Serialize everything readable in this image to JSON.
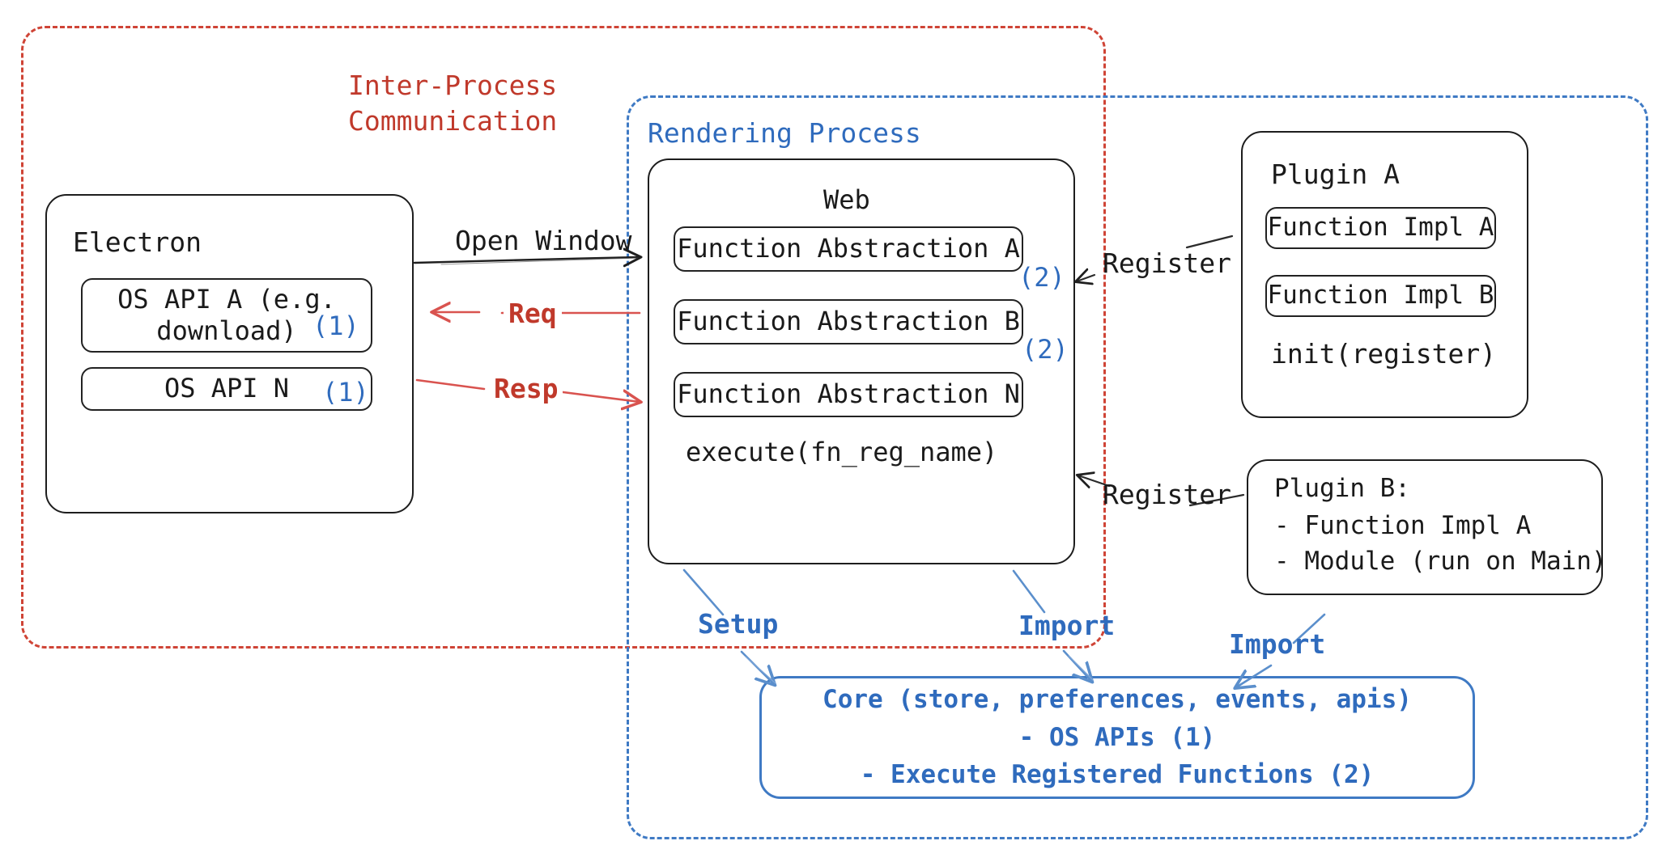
{
  "diagram": {
    "title_regions": {
      "ipc": {
        "label": "Inter-Process\nCommunication",
        "color": "#c0392b"
      },
      "rendering": {
        "label": "Rendering Process",
        "color": "#2f6bbd"
      }
    },
    "electron": {
      "title": "Electron",
      "apis": [
        {
          "label": "OS API A (e.g.\ndownload)",
          "marker": "(1)"
        },
        {
          "label": "OS API N",
          "marker": "(1)"
        }
      ]
    },
    "web": {
      "title": "Web",
      "abstractions": [
        {
          "label": "Function Abstraction A",
          "marker": "(2)"
        },
        {
          "label": "Function Abstraction B",
          "marker": "(2)"
        },
        {
          "label": "Function Abstraction N",
          "marker": ""
        }
      ],
      "footer": "execute(fn_reg_name)"
    },
    "plugin_a": {
      "title": "Plugin A",
      "impls": [
        "Function Impl A",
        "Function Impl B"
      ],
      "footer": "init(register)"
    },
    "plugin_b": {
      "lines": [
        "Plugin B:",
        "- Function Impl A",
        "- Module (run on Main)"
      ]
    },
    "core": {
      "line1": "Core (store, preferences, events, apis)",
      "line2": "- OS APIs (1)",
      "line3": "- Execute Registered Functions (2)"
    },
    "edges": {
      "open_window": "Open Window",
      "req": "Req",
      "resp": "Resp",
      "register_a": "Register",
      "register_b": "Register",
      "setup": "Setup",
      "import_web": "Import",
      "import_plugin": "Import"
    },
    "colors": {
      "red": "#c0392b",
      "blue": "#2f6bbd",
      "dash_red": "#cf4436",
      "dash_blue": "#3f7ac4",
      "ink": "#1a1a1a"
    }
  }
}
